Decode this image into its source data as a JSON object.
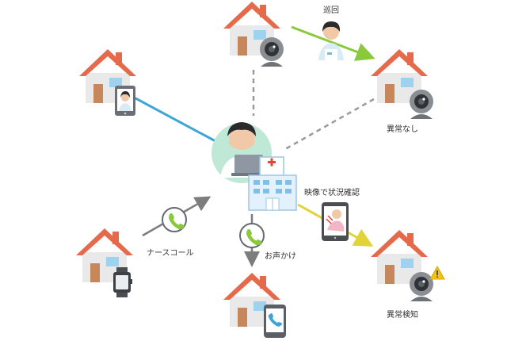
{
  "labels": {
    "patrol": "巡回",
    "no_abnormality": "異常なし",
    "video_check": "映像で状況確認",
    "nurse_call": "ナースコール",
    "voice_call": "お声かけ",
    "anomaly_detected": "異常検知"
  },
  "colors": {
    "roof": "#e56a4b",
    "wall": "#e9e9e9",
    "door": "#c8875a",
    "window": "#9fd2ef",
    "line_blue": "#3ba6d6",
    "line_green": "#8ac93c",
    "line_yellow": "#e3d33a",
    "line_gray": "#9a9a9a",
    "arrow_gray": "#7d7d7d",
    "circle_bg": "#bfe8d6",
    "hospital": "#e2f1fb",
    "hospital_cross": "#e0443a"
  },
  "icons": {
    "houses": [
      "house-icon",
      "house-icon",
      "house-icon",
      "house-icon",
      "house-icon",
      "house-icon"
    ],
    "hub": "doctor-icon",
    "hospital": "hospital-icon",
    "cameras": [
      "camera-icon",
      "camera-icon",
      "camera-icon"
    ],
    "phones": [
      "phone-call-icon",
      "phone-call-icon"
    ],
    "warning": "warning-icon",
    "watch": "smartwatch-icon",
    "smartphone": "smartphone-icon",
    "tablet": "tablet-video-icon",
    "nurse": "nurse-icon"
  }
}
